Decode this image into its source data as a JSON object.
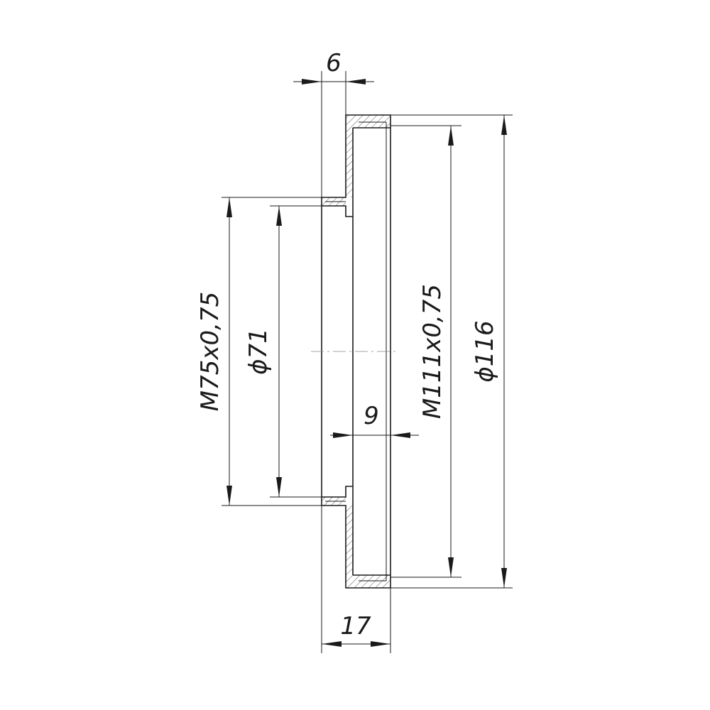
{
  "dimensions": {
    "flange_thickness": "6",
    "total_length": "17",
    "bore_depth": "9",
    "small_thread": "M75x0,75",
    "small_diameter": "ϕ71",
    "large_thread": "M111x0,75",
    "outer_diameter": "ϕ116"
  }
}
